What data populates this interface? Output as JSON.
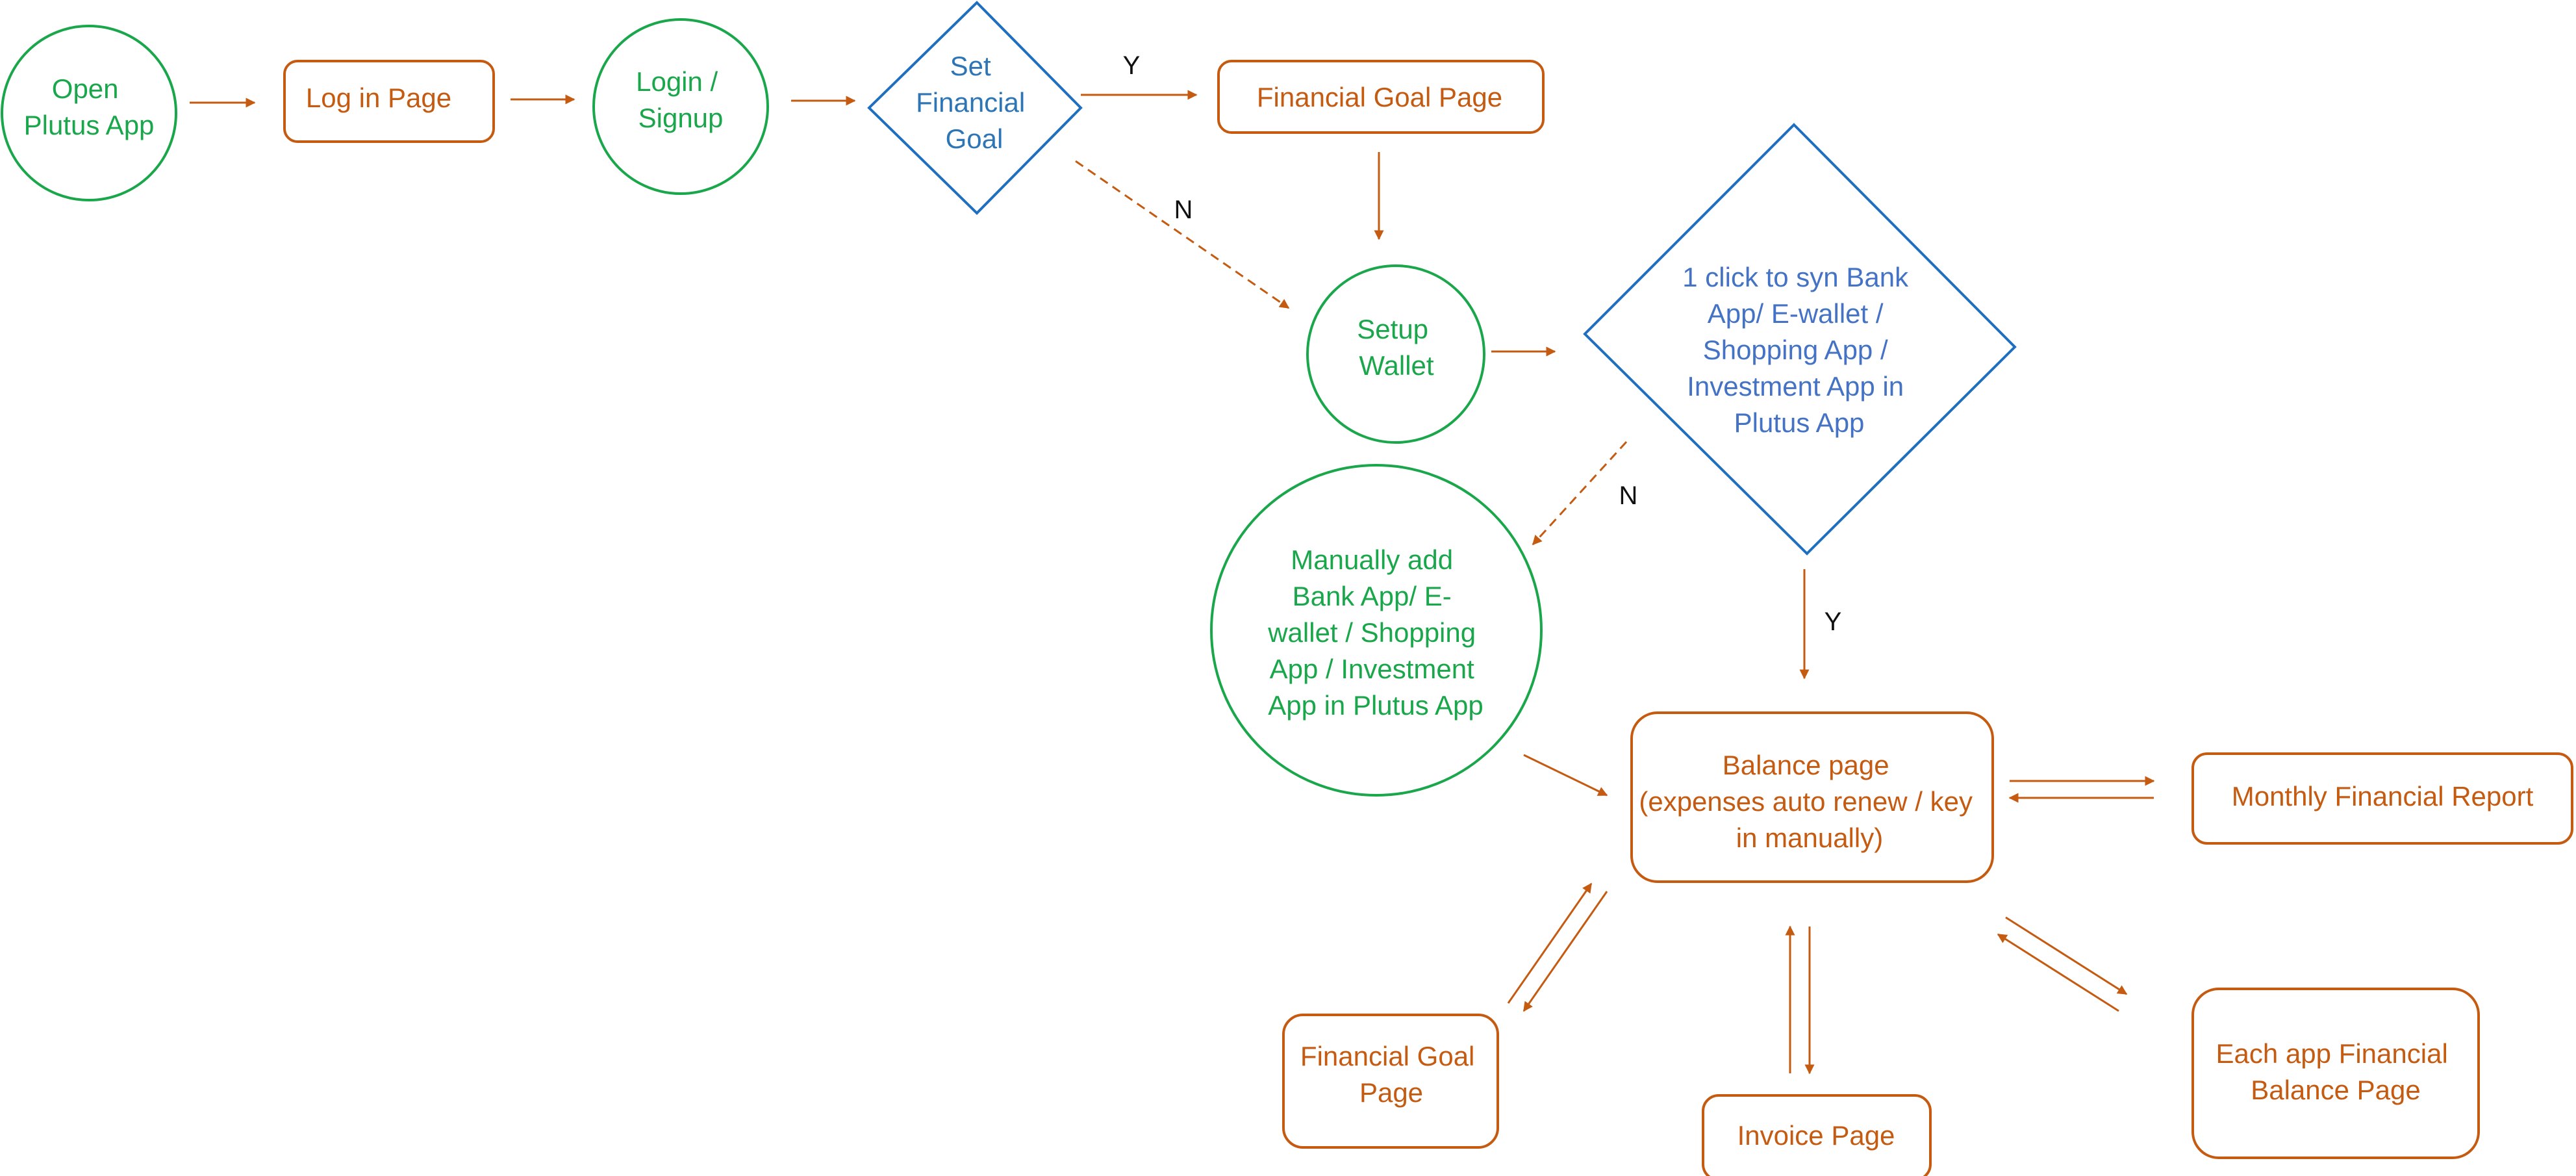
{
  "colors": {
    "process": "#c55a11",
    "terminal": "#1aa64b",
    "decision": "#1f6fc1",
    "decision_text_primary": "#2e75b6",
    "decision_text_secondary": "#4472c4",
    "edge_label": "#111111"
  },
  "nodes": {
    "open_app": [
      "Open",
      "Plutus App"
    ],
    "login_page": [
      "Log in Page"
    ],
    "login_signup": [
      "Login /",
      "Signup"
    ],
    "set_goal": [
      "Set",
      "Financial",
      "Goal"
    ],
    "goal_page_top": [
      "Financial Goal Page"
    ],
    "setup_wallet": [
      "Setup",
      "Wallet"
    ],
    "sync_decision": [
      "1 click to syn Bank",
      "App/ E-wallet /",
      "Shopping App /",
      "Investment App in",
      "Plutus App"
    ],
    "manual_add": [
      "Manually add",
      "Bank App/ E-",
      "wallet /  Shopping",
      "App / Investment",
      "App in Plutus App"
    ],
    "balance_page": [
      "Balance page",
      "(expenses auto renew / key",
      "in manually)"
    ],
    "monthly_report": [
      "Monthly Financial Report"
    ],
    "goal_page_bottom": [
      "Financial Goal",
      "Page"
    ],
    "invoice_page": [
      "Invoice Page"
    ],
    "each_app_balance": [
      "Each app Financial",
      "Balance Page"
    ]
  },
  "edge_labels": {
    "goal_yes": "Y",
    "goal_no": "N",
    "sync_no": "N",
    "sync_yes": "Y"
  }
}
